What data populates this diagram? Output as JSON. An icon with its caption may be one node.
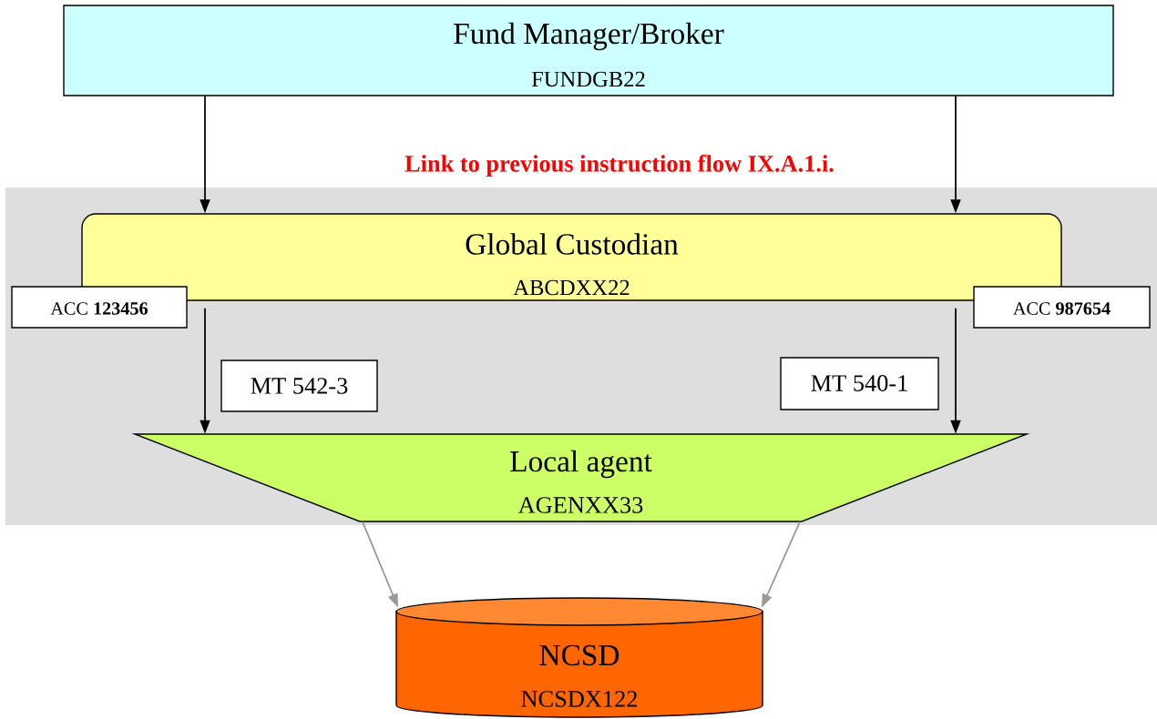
{
  "diagram": {
    "nodes": [
      {
        "text": [
          "Fund Manager/Broker",
          "FUNDGB22"
        ]
      },
      {
        "text": [],
        "shape": "box"
      },
      {
        "text": [
          "Global Custodian",
          "ABCDXX22"
        ],
        "in": 1
      },
      {
        "text": [
          "ACC **123456**"
        ],
        "in": 1
      },
      {
        "text": [
          "ACC **987654**"
        ],
        "in": 1
      },
      {
        "text": [
          "MT 542-3"
        ],
        "in": 1
      },
      {
        "text": [
          "MT 540-1"
        ],
        "in": 1
      },
      {
        "text": [
          "Local agent",
          "AGENXX33"
        ],
        "in": 1
      },
      {
        "text": [
          "NCSD",
          "NCSDX122"
        ]
      }
    ],
    "edges": [
      {
        "from": 0,
        "to": 2,
        "arrow": "to"
      },
      {
        "from": 0,
        "to": 2,
        "arrow": "to"
      },
      {
        "from": 2,
        "to": 7,
        "arrow": "to"
      },
      {
        "from": 2,
        "to": 7,
        "arrow": "to"
      },
      {
        "from": 7,
        "to": 8,
        "arrow": "to",
        "color": "#999999"
      },
      {
        "from": 7,
        "to": 8,
        "arrow": "to",
        "color": "#999999"
      }
    ],
    "labels": [
      "Link to previous instruction flow IX.A.1.i."
    ]
  }
}
